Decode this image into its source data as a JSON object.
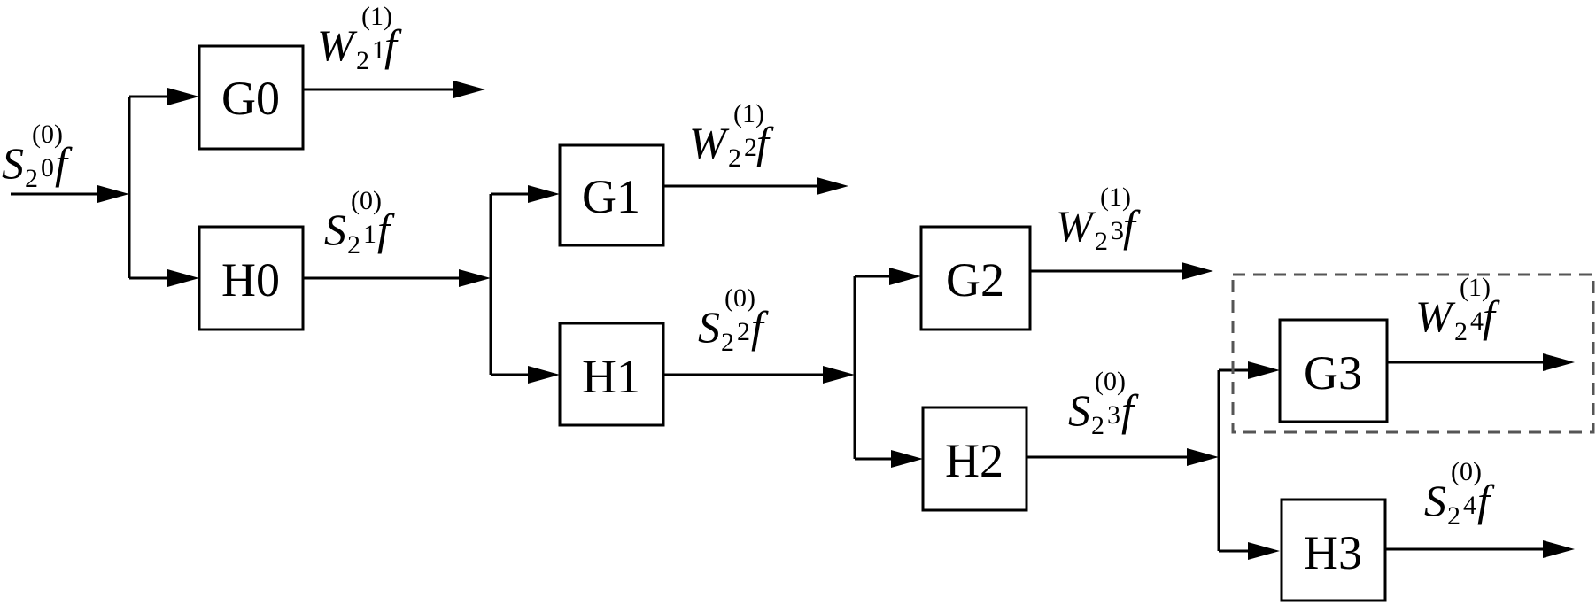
{
  "blocks": {
    "g0": "G0",
    "h0": "H0",
    "g1": "G1",
    "h1": "H1",
    "g2": "G2",
    "h2": "H2",
    "g3": "G3",
    "h3": "H3"
  },
  "signals": {
    "input": {
      "letter": "S",
      "base": "2",
      "exp": "0",
      "sup": "(0)",
      "tail": "f"
    },
    "w1": {
      "letter": "W",
      "base": "2",
      "exp": "1",
      "sup": "(1)",
      "tail": "f"
    },
    "s1": {
      "letter": "S",
      "base": "2",
      "exp": "1",
      "sup": "(0)",
      "tail": "f"
    },
    "w2": {
      "letter": "W",
      "base": "2",
      "exp": "2",
      "sup": "(1)",
      "tail": "f"
    },
    "s2": {
      "letter": "S",
      "base": "2",
      "exp": "2",
      "sup": "(0)",
      "tail": "f"
    },
    "w3": {
      "letter": "W",
      "base": "2",
      "exp": "3",
      "sup": "(1)",
      "tail": "f"
    },
    "s3": {
      "letter": "S",
      "base": "2",
      "exp": "3",
      "sup": "(0)",
      "tail": "f"
    },
    "w4": {
      "letter": "W",
      "base": "2",
      "exp": "4",
      "sup": "(1)",
      "tail": "f"
    },
    "s4": {
      "letter": "S",
      "base": "2",
      "exp": "4",
      "sup": "(0)",
      "tail": "f"
    }
  },
  "colors": {
    "line": "#000000",
    "highlight_border": "#555555",
    "background": "#ffffff"
  }
}
